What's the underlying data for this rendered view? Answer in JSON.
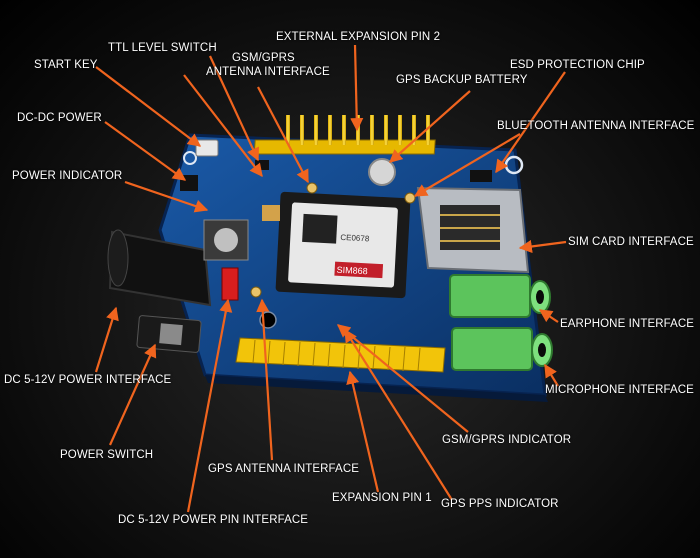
{
  "board": {
    "module_chip_text": "SIM868",
    "ce_mark": "CE0678"
  },
  "labels": {
    "ext_pin2": "EXTERNAL EXPANSION PIN 2",
    "ttl_switch": "TTL LEVEL SWITCH",
    "gsm_gprs": "GSM/GPRS",
    "antenna_interface": "ANTENNA INTERFACE",
    "start_key": "START KEY",
    "esd_chip": "ESD PROTECTION CHIP",
    "gps_battery": "GPS BACKUP BATTERY",
    "dcdc_power": "DC-DC POWER",
    "bt_antenna": "BLUETOOTH ANTENNA INTERFACE",
    "power_indicator": "POWER INDICATOR",
    "sim_card": "SIM CARD INTERFACE",
    "earphone": "EARPHONE INTERFACE",
    "dc_power_iface": "DC 5-12V POWER INTERFACE",
    "microphone": "MICROPHONE INTERFACE",
    "gsm_indicator": "GSM/GPRS INDICATOR",
    "power_switch": "POWER SWITCH",
    "gps_antenna": "GPS ANTENNA INTERFACE",
    "expansion_pin1": "EXPANSION PIN 1",
    "gps_pps": "GPS PPS INDICATOR",
    "dc_pin_iface": "DC 5-12V POWER PIN INTERFACE"
  },
  "colors": {
    "arrow": "#f0641e",
    "pcb": "#0d3f7e",
    "header": "#f2c40a",
    "jack": "#6bd36b"
  }
}
